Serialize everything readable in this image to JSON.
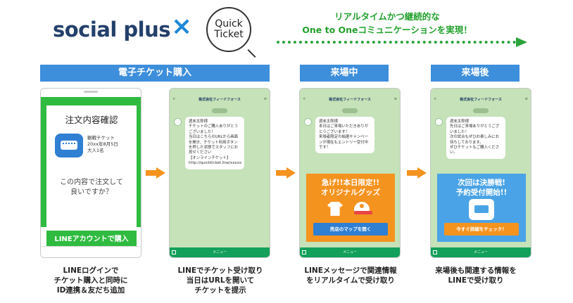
{
  "header": {
    "brand_left": "social plus",
    "cross": "×",
    "brand_right_line1": "Quick",
    "brand_right_line2": "Ticket",
    "tagline_line1": "リアルタイムかつ継続的な",
    "tagline_line2": "One to Oneコミュニケーションを実現！"
  },
  "sections": [
    {
      "label": "電子チケット購入"
    },
    {
      "label": "来場中"
    },
    {
      "label": "来場後"
    }
  ],
  "phone1": {
    "title": "注文内容確認",
    "ticket_line1": "観戦チケット",
    "ticket_line2": "20xx年8月5日",
    "ticket_line3": "大人1名",
    "confirm_text": "この内容で注文して\n良いですか？",
    "buy_button": "LINEアカウントで購入"
  },
  "phone2": {
    "account": "株式会社フィードフォース",
    "message": "週末太郎様\nチケットのご購入ありがとうございました！\n当日はこちらのURLから画面を開き、チケット利用ボタンを押した状態でスタッフにお見せください\n【オンラインチケット】\nhttp://quickticket.line/xxxxx",
    "menu": "メニュー"
  },
  "phone3": {
    "account": "株式会社フィードフォース",
    "message": "週末太郎様\n本日はご来場いただきありがとうございます！\n来場者限定の抽選キャンペーンが現在もエントリー受付中です！",
    "promo_title": "急げ!!本日限定!!\nオリジナルグッズ",
    "promo_button": "売店のマップを開く",
    "menu": "メニュー"
  },
  "phone4": {
    "account": "株式会社フィードフォース",
    "message": "週末太郎様\n先日はご来場ありがとうございました！\n次の試合もぜひお楽しみにお待ちしております。\nぜひチケットもご購入ください。",
    "promo_title": "次回は決勝戦!\n予約受付開始!!",
    "promo_button": "今すぐ詳細をチェック！",
    "menu": "メニュー"
  },
  "captions": [
    "LINEログインで\nチケット購入と同時に\nID連携＆友だち追加",
    "LINEでチケット受け取り\n当日はURLを開いて\nチケットを提示",
    "LINEメッセージで関連情報\nをリアルタイムで受け取り",
    "来場後も関連する情報を\nLINEで受け取り"
  ],
  "colors": {
    "blue_header": "#3d8edb",
    "green": "#2fbb40",
    "orange": "#f5931f",
    "navy": "#23406b"
  }
}
